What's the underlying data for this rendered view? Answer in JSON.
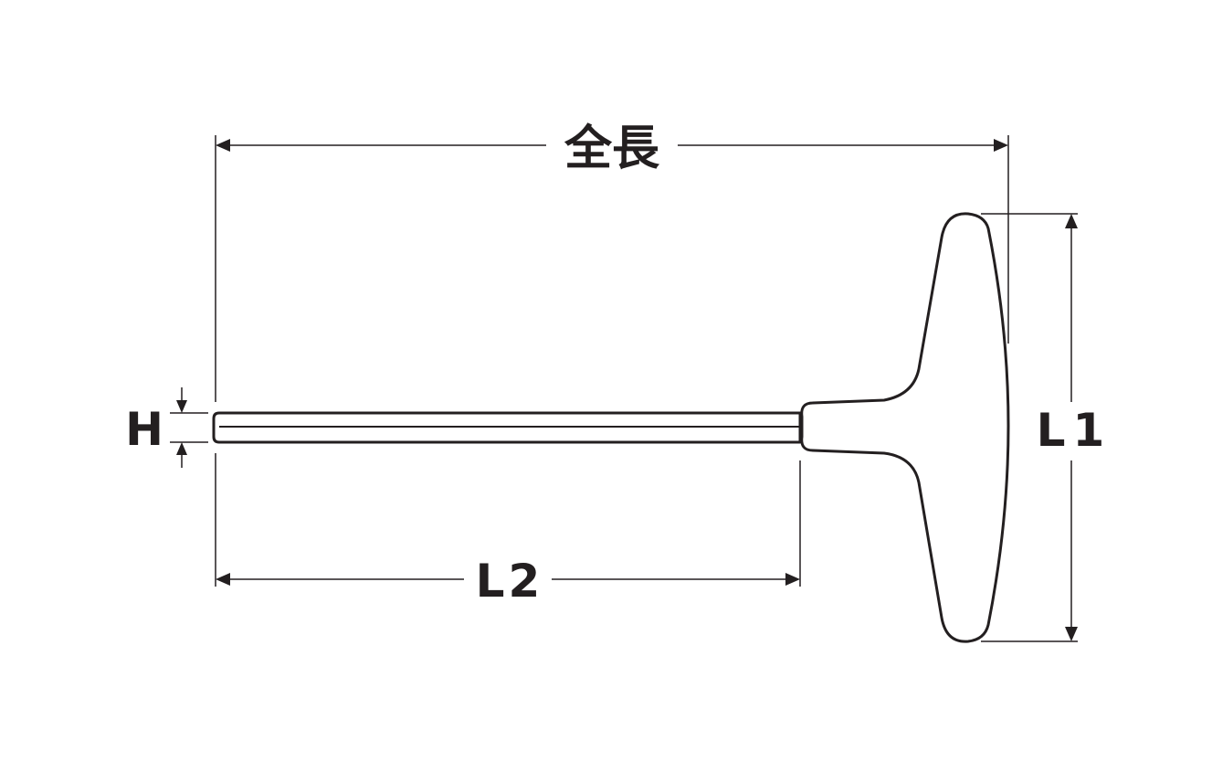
{
  "diagram": {
    "labels": {
      "overall_length": "全長",
      "hex_size": "H",
      "handle_length": "L1",
      "shaft_length": "L2"
    },
    "colors": {
      "line": "#231f20",
      "background": "#ffffff"
    }
  }
}
